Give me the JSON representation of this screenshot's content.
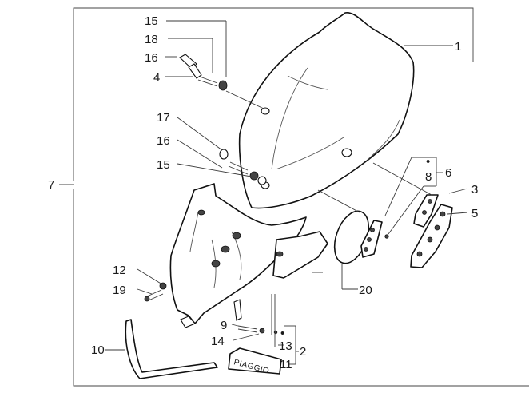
{
  "callouts": {
    "n1": "1",
    "n2": "2",
    "n3": "3",
    "n4": "4",
    "n5": "5",
    "n6": "6",
    "n7": "7",
    "n8": "8",
    "n9": "9",
    "n10": "10",
    "n11": "11",
    "n12": "12",
    "n13": "13",
    "n14": "14",
    "n15a": "15",
    "n15b": "15",
    "n16a": "16",
    "n16b": "16",
    "n17": "17",
    "n18": "18",
    "n19": "19",
    "n20": "20"
  },
  "markers": {
    "dot_6": "•",
    "dot_13": "•"
  },
  "brand_plate": {
    "text": "PIAGGIO"
  }
}
